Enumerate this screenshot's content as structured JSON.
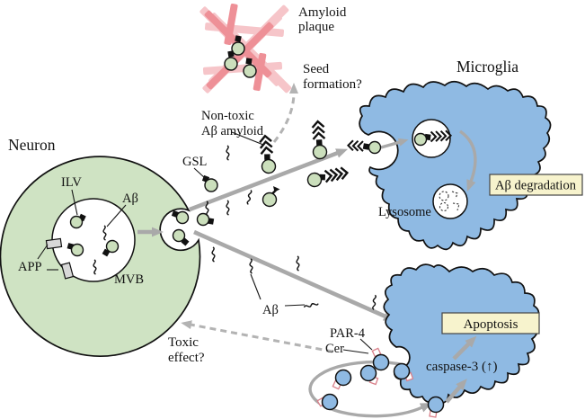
{
  "figure": {
    "labels": {
      "neuron": "Neuron",
      "ilv": "ILV",
      "abeta_mvb": "Aβ",
      "app": "APP",
      "mvb": "MVB",
      "gsl": "GSL",
      "nontoxic_line1": "Non-toxic",
      "nontoxic_line2": "Aβ amyloid",
      "amyloid_plaque_line1": "Amyloid",
      "amyloid_plaque_line2": "plaque",
      "seed_line1": "Seed",
      "seed_line2": "formation?",
      "microglia": "Microglia",
      "lysosome": "Lysosome",
      "abeta_degradation": "Aβ degradation",
      "abeta_free": "Aβ",
      "toxic_line1": "Toxic",
      "toxic_line2": "effect?",
      "par4": "PAR-4",
      "cer": "Cer",
      "caspase3": "caspase-3 (↑)",
      "apoptosis": "Apoptosis"
    },
    "colors": {
      "neuron_green": "#cfe3c3",
      "exosome_green": "#cbdfbc",
      "microglia_blue": "#8fbae3",
      "box_yellow": "#f7f3cd",
      "arrow_gray": "#a9a9a9",
      "dash_gray": "#b3b3b3",
      "plaque_pink_light": "#f6c5c9",
      "plaque_pink_dark": "#ee9097",
      "app_gray": "#d8d8d8",
      "vesicle_tag_pink": "#d9808a"
    }
  }
}
